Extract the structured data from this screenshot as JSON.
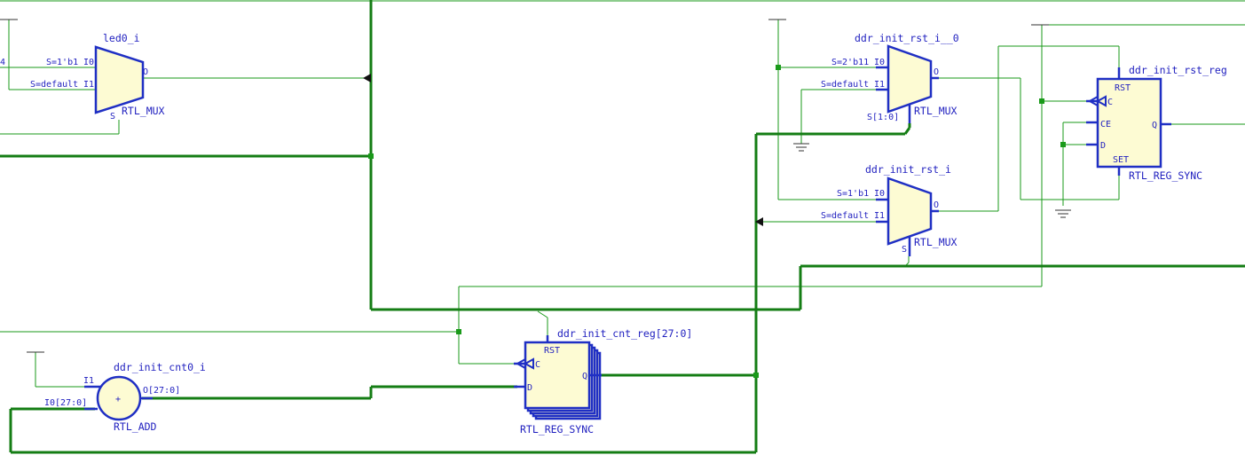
{
  "cells": {
    "led0_mux": {
      "instance": "led0_i",
      "type": "RTL_MUX",
      "pins": {
        "i0": "I0",
        "i1": "I1",
        "sel": "S",
        "out": "O"
      },
      "consts": {
        "i0": "S=1'b1",
        "i1": "S=default"
      }
    },
    "rst_mux0": {
      "instance": "ddr_init_rst_i__0",
      "type": "RTL_MUX",
      "pins": {
        "i0": "I0",
        "i1": "I1",
        "sel": "S[1:0]",
        "out": "O"
      },
      "consts": {
        "i0": "S=2'b11",
        "i1": "S=default"
      }
    },
    "rst_mux1": {
      "instance": "ddr_init_rst_i",
      "type": "RTL_MUX",
      "pins": {
        "i0": "I0",
        "i1": "I1",
        "sel": "S",
        "out": "O"
      },
      "consts": {
        "i0": "S=1'b1",
        "i1": "S=default"
      }
    },
    "rst_reg": {
      "instance": "ddr_init_rst_reg",
      "type": "RTL_REG_SYNC",
      "pins": {
        "rst": "RST",
        "c": "C",
        "ce": "CE",
        "d": "D",
        "q": "Q",
        "set": "SET"
      }
    },
    "cnt_reg": {
      "instance": "ddr_init_cnt_reg[27:0]",
      "type": "RTL_REG_SYNC",
      "pins": {
        "rst": "RST",
        "c": "C",
        "d": "D",
        "q": "Q"
      }
    },
    "adder": {
      "instance": "ddr_init_cnt0_i",
      "type": "RTL_ADD",
      "pins": {
        "i0": "I0[27:0]",
        "i1": "I1",
        "out": "O[27:0]",
        "symbol": "+"
      }
    }
  },
  "edge_labels": {
    "left_trunc": "4"
  },
  "colors": {
    "wire": "#1a9a1a",
    "bus": "#147d14",
    "cell_fill": "#fdfbd3",
    "cell_stroke": "#1f2fc4",
    "text": "#1f1fbf"
  }
}
